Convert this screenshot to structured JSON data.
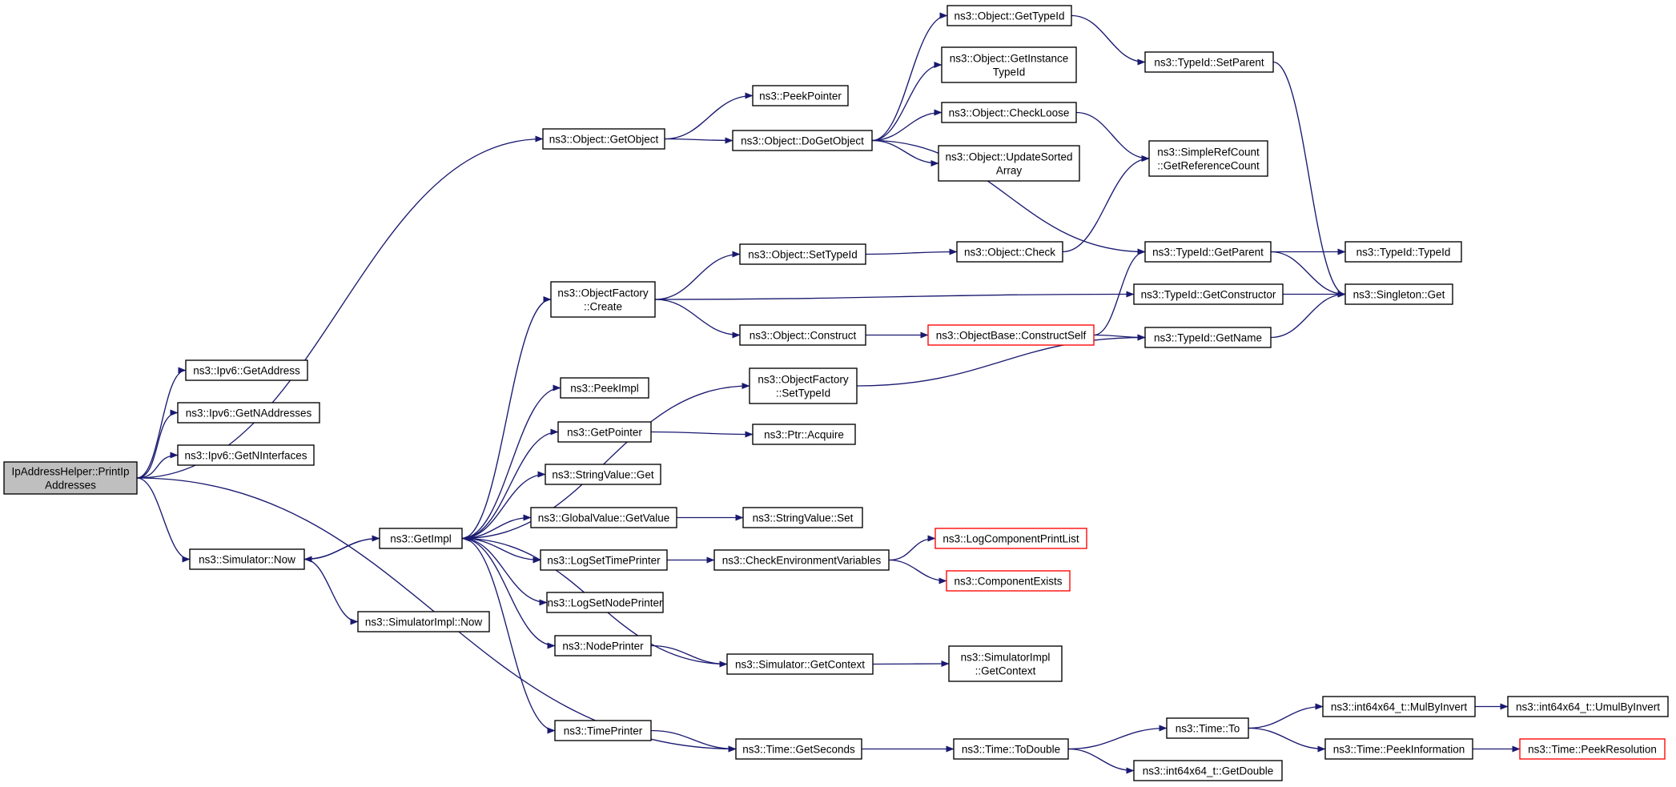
{
  "nodes": [
    {
      "id": "root",
      "lines": [
        "IpAddressHelper::PrintIp",
        "Addresses"
      ],
      "root": true
    },
    {
      "id": "ipv6GetAddress",
      "lines": [
        "ns3::Ipv6::GetAddress"
      ]
    },
    {
      "id": "ipv6GetNAddresses",
      "lines": [
        "ns3::Ipv6::GetNAddresses"
      ]
    },
    {
      "id": "ipv6GetNInterfaces",
      "lines": [
        "ns3::Ipv6::GetNInterfaces"
      ]
    },
    {
      "id": "simNow",
      "lines": [
        "ns3::Simulator::Now"
      ]
    },
    {
      "id": "getImpl",
      "lines": [
        "ns3::GetImpl"
      ]
    },
    {
      "id": "simImplNow",
      "lines": [
        "ns3::SimulatorImpl::Now"
      ]
    },
    {
      "id": "objGetObject",
      "lines": [
        "ns3::Object::GetObject"
      ]
    },
    {
      "id": "peekPointer",
      "lines": [
        "ns3::PeekPointer"
      ]
    },
    {
      "id": "doGetObject",
      "lines": [
        "ns3::Object::DoGetObject"
      ]
    },
    {
      "id": "objGetTypeId",
      "lines": [
        "ns3::Object::GetTypeId"
      ]
    },
    {
      "id": "objGetInstanceTypeId",
      "lines": [
        "ns3::Object::GetInstance",
        "TypeId"
      ]
    },
    {
      "id": "objCheckLoose",
      "lines": [
        "ns3::Object::CheckLoose"
      ]
    },
    {
      "id": "objUpdateSorted",
      "lines": [
        "ns3::Object::UpdateSorted",
        "Array"
      ]
    },
    {
      "id": "typeIdSetParent",
      "lines": [
        "ns3::TypeId::SetParent"
      ]
    },
    {
      "id": "simpleRefCount",
      "lines": [
        "ns3::SimpleRefCount",
        "::GetReferenceCount"
      ]
    },
    {
      "id": "typeIdGetParent",
      "lines": [
        "ns3::TypeId::GetParent"
      ]
    },
    {
      "id": "typeIdTypeId",
      "lines": [
        "ns3::TypeId::TypeId"
      ]
    },
    {
      "id": "singletonGet",
      "lines": [
        "ns3::Singleton::Get"
      ]
    },
    {
      "id": "typeIdGetConstructor",
      "lines": [
        "ns3::TypeId::GetConstructor"
      ]
    },
    {
      "id": "typeIdGetName",
      "lines": [
        "ns3::TypeId::GetName"
      ]
    },
    {
      "id": "objFactoryCreate",
      "lines": [
        "ns3::ObjectFactory",
        "::Create"
      ]
    },
    {
      "id": "objSetTypeId",
      "lines": [
        "ns3::Object::SetTypeId"
      ]
    },
    {
      "id": "objCheck",
      "lines": [
        "ns3::Object::Check"
      ]
    },
    {
      "id": "objConstruct",
      "lines": [
        "ns3::Object::Construct"
      ]
    },
    {
      "id": "objBaseConstructSelf",
      "lines": [
        "ns3::ObjectBase::ConstructSelf"
      ],
      "red": true
    },
    {
      "id": "objFactorySetTypeId",
      "lines": [
        "ns3::ObjectFactory",
        "::SetTypeId"
      ]
    },
    {
      "id": "peekImpl",
      "lines": [
        "ns3::PeekImpl"
      ]
    },
    {
      "id": "getPointer",
      "lines": [
        "ns3::GetPointer"
      ]
    },
    {
      "id": "ptrAcquire",
      "lines": [
        "ns3::Ptr::Acquire"
      ]
    },
    {
      "id": "stringValueGet",
      "lines": [
        "ns3::StringValue::Get"
      ]
    },
    {
      "id": "globalValueGetValue",
      "lines": [
        "ns3::GlobalValue::GetValue"
      ]
    },
    {
      "id": "stringValueSet",
      "lines": [
        "ns3::StringValue::Set"
      ]
    },
    {
      "id": "logSetTimePrinter",
      "lines": [
        "ns3::LogSetTimePrinter"
      ]
    },
    {
      "id": "checkEnvVars",
      "lines": [
        "ns3::CheckEnvironmentVariables"
      ]
    },
    {
      "id": "logComponentPrintList",
      "lines": [
        "ns3::LogComponentPrintList"
      ],
      "red": true
    },
    {
      "id": "componentExists",
      "lines": [
        "ns3::ComponentExists"
      ],
      "red": true
    },
    {
      "id": "logSetNodePrinter",
      "lines": [
        "ns3::LogSetNodePrinter"
      ]
    },
    {
      "id": "nodePrinter",
      "lines": [
        "ns3::NodePrinter"
      ]
    },
    {
      "id": "simGetContext",
      "lines": [
        "ns3::Simulator::GetContext"
      ]
    },
    {
      "id": "simImplGetContext",
      "lines": [
        "ns3::SimulatorImpl",
        "::GetContext"
      ]
    },
    {
      "id": "timePrinter",
      "lines": [
        "ns3::TimePrinter"
      ]
    },
    {
      "id": "timeGetSeconds",
      "lines": [
        "ns3::Time::GetSeconds"
      ]
    },
    {
      "id": "timeToDouble",
      "lines": [
        "ns3::Time::ToDouble"
      ]
    },
    {
      "id": "timeTo",
      "lines": [
        "ns3::Time::To"
      ]
    },
    {
      "id": "int64GetDouble",
      "lines": [
        "ns3::int64x64_t::GetDouble"
      ]
    },
    {
      "id": "int64MulByInvert",
      "lines": [
        "ns3::int64x64_t::MulByInvert"
      ]
    },
    {
      "id": "int64UmulByInvert",
      "lines": [
        "ns3::int64x64_t::UmulByInvert"
      ]
    },
    {
      "id": "timePeekInformation",
      "lines": [
        "ns3::Time::PeekInformation"
      ]
    },
    {
      "id": "timePeekResolution",
      "lines": [
        "ns3::Time::PeekResolution"
      ],
      "red": true
    }
  ],
  "edges": [
    [
      "root",
      "ipv6GetAddress"
    ],
    [
      "root",
      "ipv6GetNAddresses"
    ],
    [
      "root",
      "ipv6GetNInterfaces"
    ],
    [
      "root",
      "objGetObject"
    ],
    [
      "root",
      "simNow"
    ],
    [
      "root",
      "timeGetSeconds"
    ],
    [
      "simNow",
      "getImpl"
    ],
    [
      "simNow",
      "simImplNow"
    ],
    [
      "getImpl",
      "objFactoryCreate"
    ],
    [
      "getImpl",
      "objFactorySetTypeId"
    ],
    [
      "getImpl",
      "peekImpl"
    ],
    [
      "getImpl",
      "getPointer"
    ],
    [
      "getImpl",
      "stringValueGet"
    ],
    [
      "getImpl",
      "globalValueGetValue"
    ],
    [
      "getImpl",
      "logSetTimePrinter"
    ],
    [
      "getImpl",
      "logSetNodePrinter"
    ],
    [
      "getImpl",
      "nodePrinter"
    ],
    [
      "getImpl",
      "timePrinter"
    ],
    [
      "getImpl",
      "simNow"
    ],
    [
      "objGetObject",
      "peekPointer"
    ],
    [
      "objGetObject",
      "doGetObject"
    ],
    [
      "doGetObject",
      "objGetTypeId"
    ],
    [
      "doGetObject",
      "objGetInstanceTypeId"
    ],
    [
      "doGetObject",
      "objCheckLoose"
    ],
    [
      "doGetObject",
      "objUpdateSorted"
    ],
    [
      "doGetObject",
      "typeIdGetParent"
    ],
    [
      "objGetTypeId",
      "typeIdSetParent"
    ],
    [
      "typeIdSetParent",
      "singletonGet"
    ],
    [
      "objCheckLoose",
      "simpleRefCount"
    ],
    [
      "objCheck",
      "simpleRefCount"
    ],
    [
      "typeIdGetParent",
      "typeIdTypeId"
    ],
    [
      "typeIdGetParent",
      "singletonGet"
    ],
    [
      "typeIdGetConstructor",
      "singletonGet"
    ],
    [
      "typeIdGetName",
      "singletonGet"
    ],
    [
      "objFactoryCreate",
      "objSetTypeId"
    ],
    [
      "objFactoryCreate",
      "typeIdGetConstructor"
    ],
    [
      "objFactoryCreate",
      "objConstruct"
    ],
    [
      "objSetTypeId",
      "objCheck"
    ],
    [
      "objConstruct",
      "objBaseConstructSelf"
    ],
    [
      "objBaseConstructSelf",
      "typeIdGetParent"
    ],
    [
      "objBaseConstructSelf",
      "typeIdGetName"
    ],
    [
      "objFactorySetTypeId",
      "typeIdGetName"
    ],
    [
      "getPointer",
      "ptrAcquire"
    ],
    [
      "globalValueGetValue",
      "stringValueSet"
    ],
    [
      "logSetTimePrinter",
      "checkEnvVars"
    ],
    [
      "checkEnvVars",
      "logComponentPrintList"
    ],
    [
      "checkEnvVars",
      "componentExists"
    ],
    [
      "nodePrinter",
      "simGetContext"
    ],
    [
      "simGetContext",
      "getImpl"
    ],
    [
      "simGetContext",
      "simImplGetContext"
    ],
    [
      "timePrinter",
      "timeGetSeconds"
    ],
    [
      "timeGetSeconds",
      "timeToDouble"
    ],
    [
      "timeToDouble",
      "timeTo"
    ],
    [
      "timeToDouble",
      "int64GetDouble"
    ],
    [
      "timeTo",
      "int64MulByInvert"
    ],
    [
      "timeTo",
      "timePeekInformation"
    ],
    [
      "int64MulByInvert",
      "int64UmulByInvert"
    ],
    [
      "timePeekInformation",
      "timePeekResolution"
    ]
  ]
}
